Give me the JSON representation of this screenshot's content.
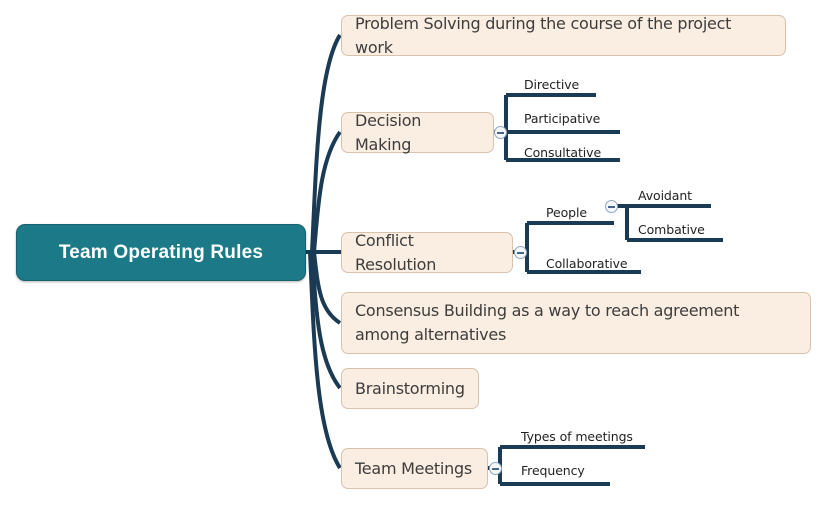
{
  "diagram": {
    "type": "mind-map",
    "title": "Team Operating Rules",
    "colors": {
      "root_fill": "#1C7A88",
      "root_text": "#FFFFFF",
      "branch_fill": "#FAEDE1",
      "branch_border": "#D8C2AC",
      "branch_text": "#3D3D3D",
      "line": "#1B3A53",
      "leaf_text": "#222222",
      "background": "#FFFFFF"
    }
  },
  "root": {
    "label": "Team Operating Rules"
  },
  "branches": [
    {
      "id": "problem-solving",
      "label": "Problem Solving during the course of the project work",
      "has_toggle": false,
      "children": []
    },
    {
      "id": "decision-making",
      "label": "Decision Making",
      "has_toggle": true,
      "toggle_state": "expanded",
      "toggle_glyph": "minus",
      "children": [
        {
          "id": "directive",
          "label": "Directive",
          "children": []
        },
        {
          "id": "participative",
          "label": "Participative",
          "children": []
        },
        {
          "id": "consultative",
          "label": "Consultative",
          "children": []
        }
      ]
    },
    {
      "id": "conflict-resolution",
      "label": "Conflict Resolution",
      "has_toggle": true,
      "toggle_state": "expanded",
      "toggle_glyph": "minus",
      "children": [
        {
          "id": "people",
          "label": "People",
          "has_toggle": true,
          "toggle_state": "expanded",
          "toggle_glyph": "minus",
          "children": [
            {
              "id": "avoidant",
              "label": "Avoidant"
            },
            {
              "id": "combative",
              "label": "Combative"
            }
          ]
        },
        {
          "id": "collaborative",
          "label": "Collaborative",
          "children": []
        }
      ]
    },
    {
      "id": "consensus-building",
      "label": "Consensus Building as a way to reach agreement among alternatives",
      "has_toggle": false,
      "children": []
    },
    {
      "id": "brainstorming",
      "label": "Brainstorming",
      "has_toggle": false,
      "children": []
    },
    {
      "id": "team-meetings",
      "label": "Team Meetings",
      "has_toggle": true,
      "toggle_state": "expanded",
      "toggle_glyph": "minus",
      "children": [
        {
          "id": "types-of-meetings",
          "label": "Types of meetings",
          "children": []
        },
        {
          "id": "frequency",
          "label": "Frequency",
          "children": []
        }
      ]
    }
  ]
}
